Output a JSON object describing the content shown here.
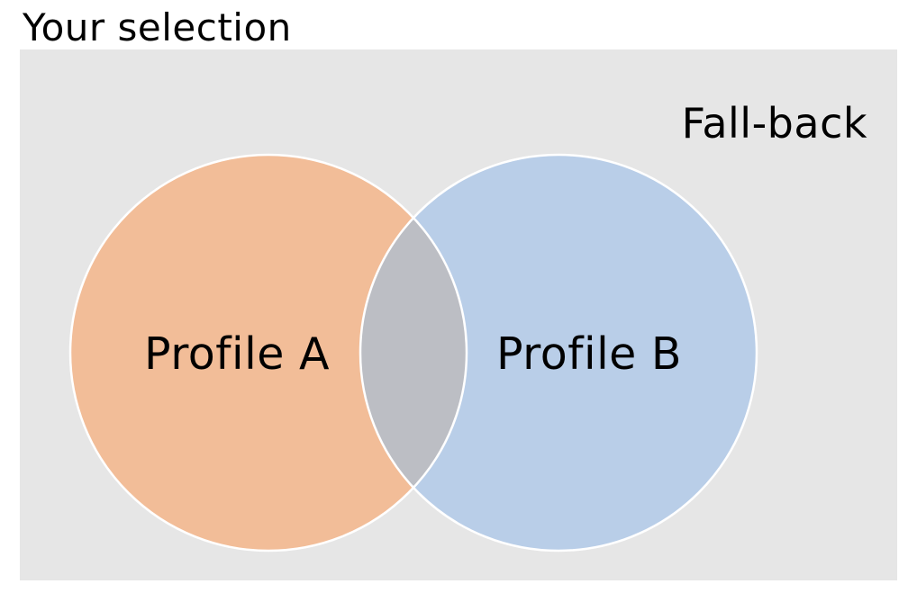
{
  "page": {
    "title": "Your selection",
    "background_color": "#ffffff"
  },
  "panel": {
    "annotation": "Fall-back",
    "background_color": "#e6e6e6"
  },
  "venn": {
    "set_a": {
      "label": "Profile A",
      "color": "#f2bd98"
    },
    "set_b": {
      "label": "Profile B",
      "color": "#b9cee8"
    },
    "intersection": {
      "color": "#bcbec4"
    },
    "circle_stroke_color": "#ffffff",
    "label_color": "#000000"
  },
  "chart_data": {
    "type": "venn",
    "title": "Your selection",
    "annotation": "Fall-back",
    "legend": "none",
    "sets": [
      {
        "label": "Profile A",
        "color": "#f2bd98"
      },
      {
        "label": "Profile B",
        "color": "#b9cee8"
      }
    ],
    "intersections": [
      {
        "between": [
          "Profile A",
          "Profile B"
        ],
        "color": "#bcbec4",
        "label": ""
      }
    ],
    "layout": {
      "overlap": "partial",
      "panel_background": "#e6e6e6"
    }
  }
}
